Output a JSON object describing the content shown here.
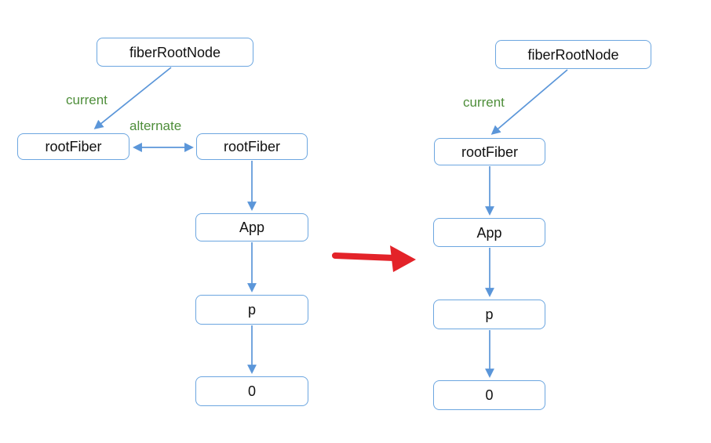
{
  "colors": {
    "canvas-bg": "#ffffff",
    "box-border": "#6ca6e0",
    "arrow-blue": "#5b96d9",
    "label-green": "#4e8e3a",
    "arrow-red": "#e32329",
    "node-text": "#111111"
  },
  "left_diagram": {
    "nodes": {
      "fiber_root_node": "fiberRootNode",
      "root_fiber_current": "rootFiber",
      "root_fiber_alternate": "rootFiber",
      "app": "App",
      "p": "p",
      "zero": "0"
    },
    "edge_labels": {
      "current": "current",
      "alternate": "alternate"
    }
  },
  "right_diagram": {
    "nodes": {
      "fiber_root_node": "fiberRootNode",
      "root_fiber": "rootFiber",
      "app": "App",
      "p": "p",
      "zero": "0"
    },
    "edge_labels": {
      "current": "current"
    }
  }
}
